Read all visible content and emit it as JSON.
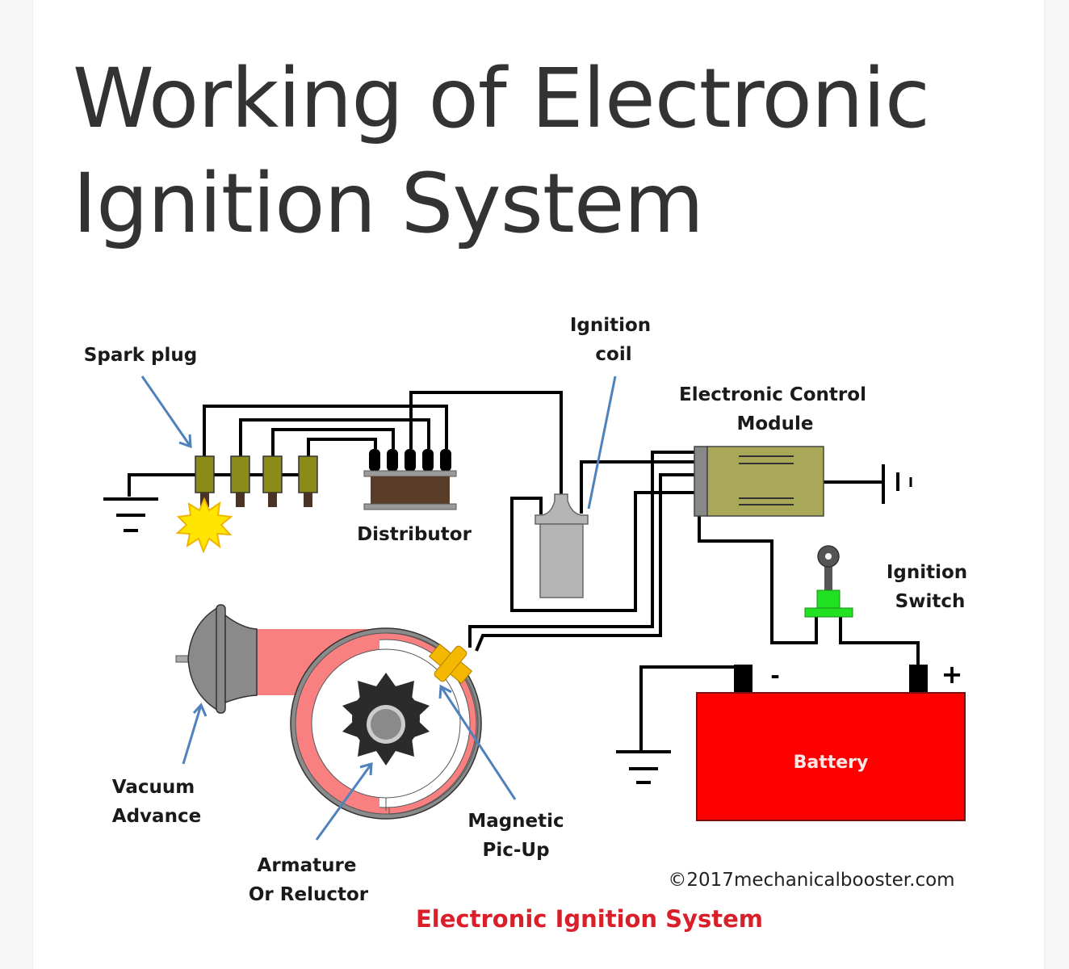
{
  "page": {
    "title_line1": "Working of Electronic",
    "title_line2": "Ignition System"
  },
  "diagram": {
    "caption": "Electronic Ignition System",
    "credit": "©2017mechanicalbooster.com",
    "labels": {
      "spark_plug": "Spark plug",
      "ignition_coil_1": "Ignition",
      "ignition_coil_2": "coil",
      "ecm_1": "Electronic Control",
      "ecm_2": "Module",
      "distributor": "Distributor",
      "ignition_switch_1": "Ignition",
      "ignition_switch_2": "Switch",
      "vacuum_advance_1": "Vacuum",
      "vacuum_advance_2": "Advance",
      "armature_1": "Armature",
      "armature_2": "Or Reluctor",
      "magnetic_pickup_1": "Magnetic",
      "magnetic_pickup_2": "Pic-Up",
      "battery": "Battery",
      "battery_negative": "-",
      "battery_positive": "+"
    },
    "colors": {
      "title": "#333333",
      "caption": "#d9202a",
      "arrow": "#4f81bd",
      "battery": "#ff0000",
      "spark_plug": "#8b8b1a",
      "ecm": "#a9a858",
      "distributor": "#5a3d28",
      "coil": "#b5b5b5",
      "switch": "#22e022",
      "pickup": "#f5b800",
      "housing": "#f98080",
      "spark": "#ffe600"
    }
  }
}
